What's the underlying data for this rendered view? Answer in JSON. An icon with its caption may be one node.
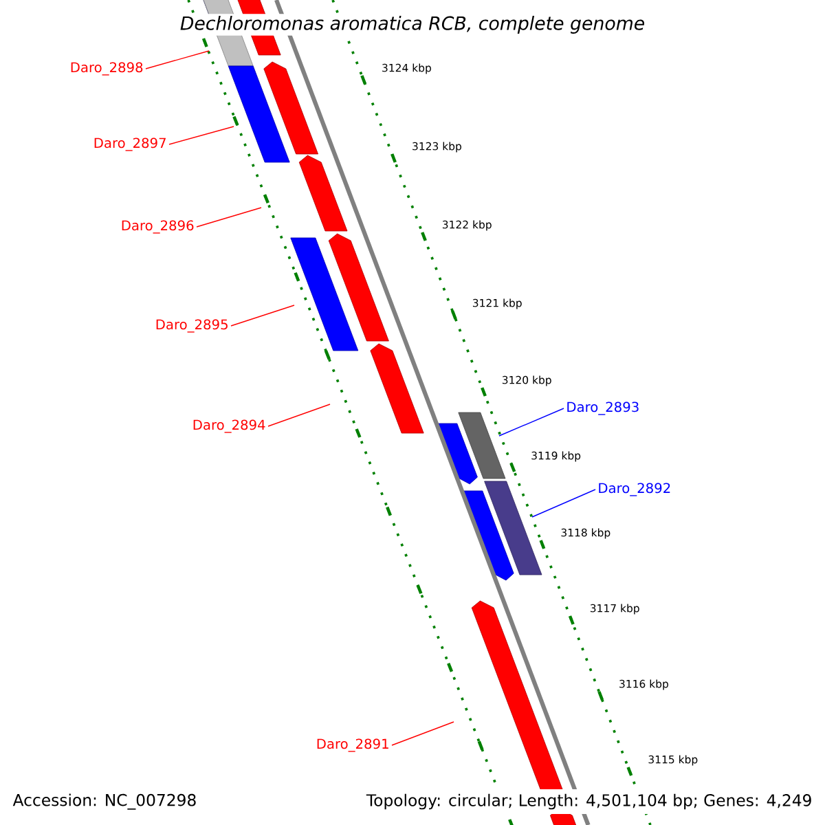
{
  "diagram": {
    "title": "Dechloromonas aromatica RCB, complete genome",
    "nodes": [
      {
        "text": [
          "Daro_2898"
        ]
      },
      {
        "text": [
          "Daro_2897"
        ]
      },
      {
        "text": [
          "Daro_2896"
        ]
      },
      {
        "text": [
          "Daro_2895"
        ]
      },
      {
        "text": [
          "Daro_2894"
        ]
      },
      {
        "text": [
          "Daro_2893"
        ]
      },
      {
        "text": [
          "Daro_2892"
        ]
      },
      {
        "text": [
          "Daro_2891"
        ]
      }
    ],
    "edges": [
      {
        "from": 0,
        "to": null,
        "arrow": "none"
      },
      {
        "from": 1,
        "to": null,
        "arrow": "none"
      },
      {
        "from": 2,
        "to": null,
        "arrow": "none"
      },
      {
        "from": 3,
        "to": null,
        "arrow": "none"
      },
      {
        "from": 4,
        "to": null,
        "arrow": "none"
      },
      {
        "from": 5,
        "to": null,
        "arrow": "none",
        "color": "#0000ff"
      },
      {
        "from": 6,
        "to": null,
        "arrow": "none",
        "color": "#0000ff"
      },
      {
        "from": 7,
        "to": null,
        "arrow": "none"
      }
    ],
    "labels": [
      "3124 kbp",
      "3123 kbp",
      "3122 kbp",
      "3121 kbp",
      "3120 kbp",
      "3119 kbp",
      "3118 kbp",
      "3117 kbp",
      "3116 kbp",
      "3115 kbp",
      "Accession: NC_007298",
      "Topology: circular; Length: 4,501,104 bp; Genes: 4,249"
    ]
  }
}
